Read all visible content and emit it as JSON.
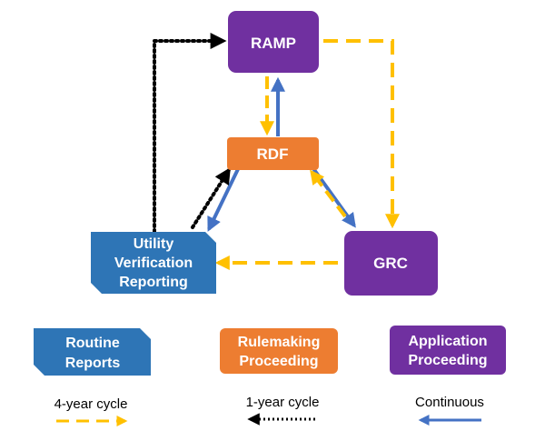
{
  "colors": {
    "purple": "#7030a0",
    "orange": "#ed7d31",
    "blue": "#2e75b6",
    "gold": "#ffc000",
    "arrow_blue": "#4472c4",
    "black": "#000000"
  },
  "nodes": {
    "ramp": "RAMP",
    "rdf": "RDF",
    "grc": "GRC",
    "uvr_line1": "Utility",
    "uvr_line2": "Verification",
    "uvr_line3": "Reporting"
  },
  "legend": {
    "routine_line1": "Routine",
    "routine_line2": "Reports",
    "rulemaking_line1": "Rulemaking",
    "rulemaking_line2": "Proceeding",
    "application_line1": "Application",
    "application_line2": "Proceeding",
    "four_year": "4-year cycle",
    "one_year": "1-year cycle",
    "continuous": "Continuous"
  },
  "icons": {
    "routine_reports_shape": "snipped-corner-rectangle",
    "rulemaking_shape": "rounded-rectangle",
    "application_shape": "rounded-rectangle"
  }
}
